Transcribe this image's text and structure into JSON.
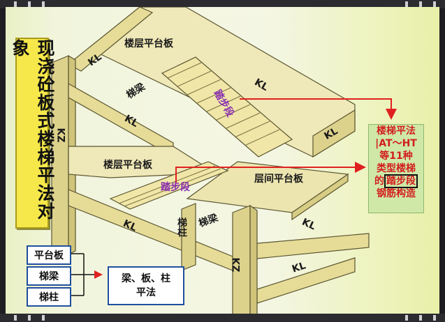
{
  "title": "现浇砼板式楼梯平法对象",
  "labels": {
    "floor_platform_top": "楼层平台板",
    "floor_platform_mid": "楼层平台板",
    "mid_platform": "层间平台板",
    "stair_segment_upper": "踏步段",
    "stair_segment_lower": "踏步段",
    "stair_beam_upper": "梯梁",
    "stair_beam_lower": "梯梁",
    "stair_column": "梯柱",
    "kz_left": "KZ",
    "kz_right": "KZ",
    "kl_1": "KL",
    "kl_2": "KL",
    "kl_3": "KL",
    "kl_4": "KL",
    "kl_5": "KL",
    "kl_6": "KL",
    "kl_7": "KL"
  },
  "right_box": {
    "line1": "楼梯平法",
    "line2": "|AT～HT",
    "line3": "等11种",
    "line4": "类型楼梯",
    "line5_pre": "的",
    "line5_hl": "踏步段",
    "line6": "钢筋构造"
  },
  "legend": {
    "items": [
      "平台板",
      "梯梁",
      "梯柱"
    ],
    "result_line1": "梁、板、柱",
    "result_line2": "平法"
  },
  "colors": {
    "structure": "#e8dfa0",
    "structure_edge": "#5a5530",
    "title_bg": "#f6e84a",
    "arrow": "#e02020",
    "right_box_bg": "#cfe8a8",
    "right_box_text": "#d21e1e",
    "legend_border": "#1f4f9e"
  }
}
